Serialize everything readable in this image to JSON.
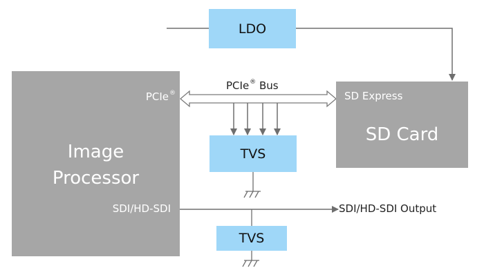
{
  "blocks": {
    "ldo": "LDO",
    "tvs_bus": "TVS",
    "tvs_sdi": "TVS",
    "image_processor_line1": "Image",
    "image_processor_line2": "Processor",
    "sd_card": "SD Card"
  },
  "ports": {
    "ip_pcie": "PCIe",
    "ip_pcie_mark": "®",
    "ip_sdi": "SDI/HD-SDI",
    "sd_express": "SD Express"
  },
  "signals": {
    "bus_label": "PCIe",
    "bus_mark": "®",
    "bus_suffix": " Bus",
    "sdi_output": "SDI/HD-SDI Output"
  },
  "colors": {
    "block_gray": "#a6a6a6",
    "block_blue": "#9fd7f8",
    "line": "#6e6e6e"
  }
}
